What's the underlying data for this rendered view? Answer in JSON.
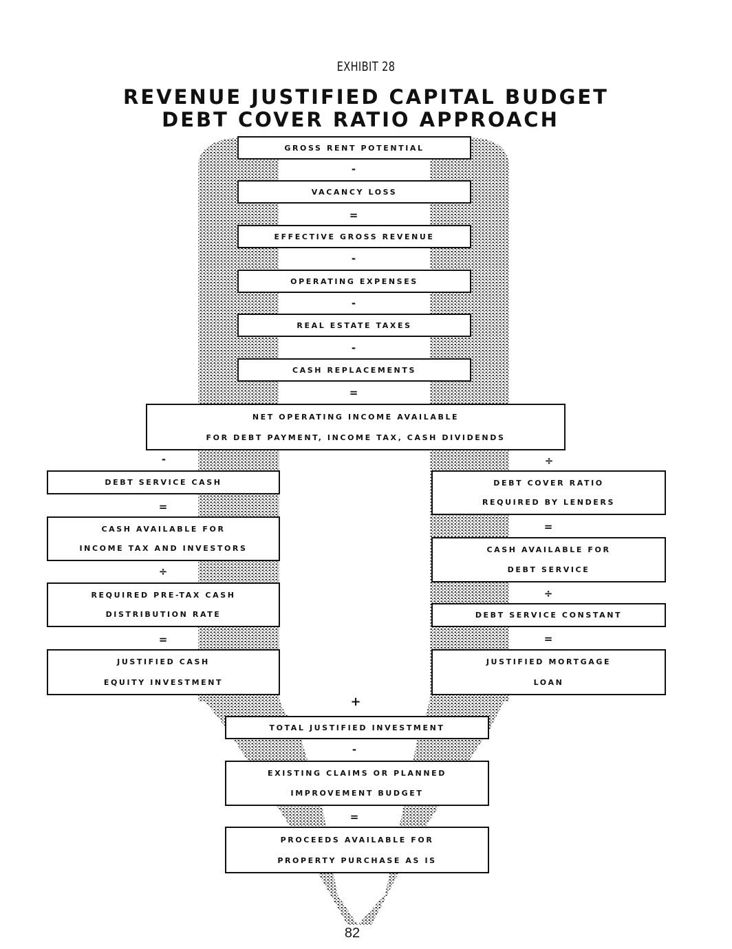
{
  "header": {
    "exhibit": "EXHIBIT 28",
    "title_line1": "REVENUE JUSTIFIED CAPITAL BUDGET",
    "title_line2": "DEBT COVER RATIO APPROACH"
  },
  "center_column": [
    {
      "lines": [
        "GROSS RENT POTENTIAL"
      ],
      "operator_after": "-"
    },
    {
      "lines": [
        "VACANCY LOSS"
      ],
      "operator_after": "="
    },
    {
      "lines": [
        "EFFECTIVE GROSS REVENUE"
      ],
      "operator_after": "-"
    },
    {
      "lines": [
        "OPERATING EXPENSES"
      ],
      "operator_after": "-"
    },
    {
      "lines": [
        "REAL ESTATE TAXES"
      ],
      "operator_after": "-"
    },
    {
      "lines": [
        "CASH REPLACEMENTS"
      ],
      "operator_after": "="
    }
  ],
  "noi_box": {
    "lines": [
      "NET OPERATING INCOME AVAILABLE",
      "FOR DEBT PAYMENT, INCOME TAX, CASH DIVIDENDS"
    ],
    "left_operator": "-",
    "right_operator": "÷"
  },
  "left_branch": [
    {
      "lines": [
        "DEBT SERVICE CASH"
      ],
      "operator_after": "="
    },
    {
      "lines": [
        "CASH AVAILABLE FOR",
        "INCOME TAX AND INVESTORS"
      ],
      "operator_after": "÷"
    },
    {
      "lines": [
        "REQUIRED PRE-TAX CASH",
        "DISTRIBUTION RATE"
      ],
      "operator_after": "="
    },
    {
      "lines": [
        "JUSTIFIED CASH",
        "EQUITY INVESTMENT"
      ]
    }
  ],
  "right_branch": [
    {
      "lines": [
        "DEBT COVER RATIO",
        "REQUIRED BY LENDERS"
      ],
      "operator_after": "="
    },
    {
      "lines": [
        "CASH AVAILABLE FOR",
        "DEBT SERVICE"
      ],
      "operator_after": "÷"
    },
    {
      "lines": [
        "DEBT SERVICE CONSTANT"
      ],
      "operator_after": "="
    },
    {
      "lines": [
        "JUSTIFIED MORTGAGE",
        "LOAN"
      ]
    }
  ],
  "merge_operator": "+",
  "bottom_column": [
    {
      "lines": [
        "TOTAL JUSTIFIED INVESTMENT"
      ],
      "operator_after": "-"
    },
    {
      "lines": [
        "EXISTING CLAIMS OR PLANNED",
        "IMPROVEMENT BUDGET"
      ],
      "operator_after": "="
    },
    {
      "lines": [
        "PROCEEDS AVAILABLE FOR",
        "PROPERTY PURCHASE AS IS"
      ]
    }
  ],
  "footer": {
    "page_number": "82"
  }
}
